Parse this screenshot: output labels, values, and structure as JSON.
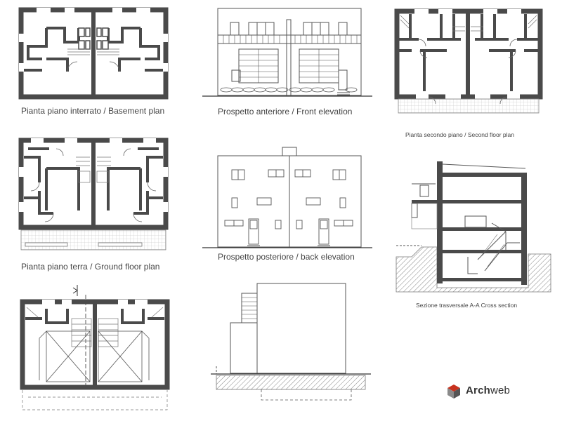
{
  "captions": {
    "basement": "Pianta piano interrato  /  Basement plan",
    "front": "Prospetto anteriore  /  Front elevation",
    "second": "Pianta secondo piano  /  Second floor plan",
    "ground": "Pianta piano terra  /  Ground floor plan",
    "back": "Prospetto posteriore  /  back elevation",
    "section": "Sezione trasversale  A-A   Cross section"
  },
  "logo": {
    "text_bold": "Arch",
    "text_light": "web"
  },
  "colors": {
    "wall": "#4a4a4a",
    "line": "#555555",
    "logo_red": "#c8321e",
    "logo_gray": "#666666"
  },
  "icons": {
    "logo": "archweb-cube-icon",
    "section_marker": "section-arrow-icon"
  }
}
